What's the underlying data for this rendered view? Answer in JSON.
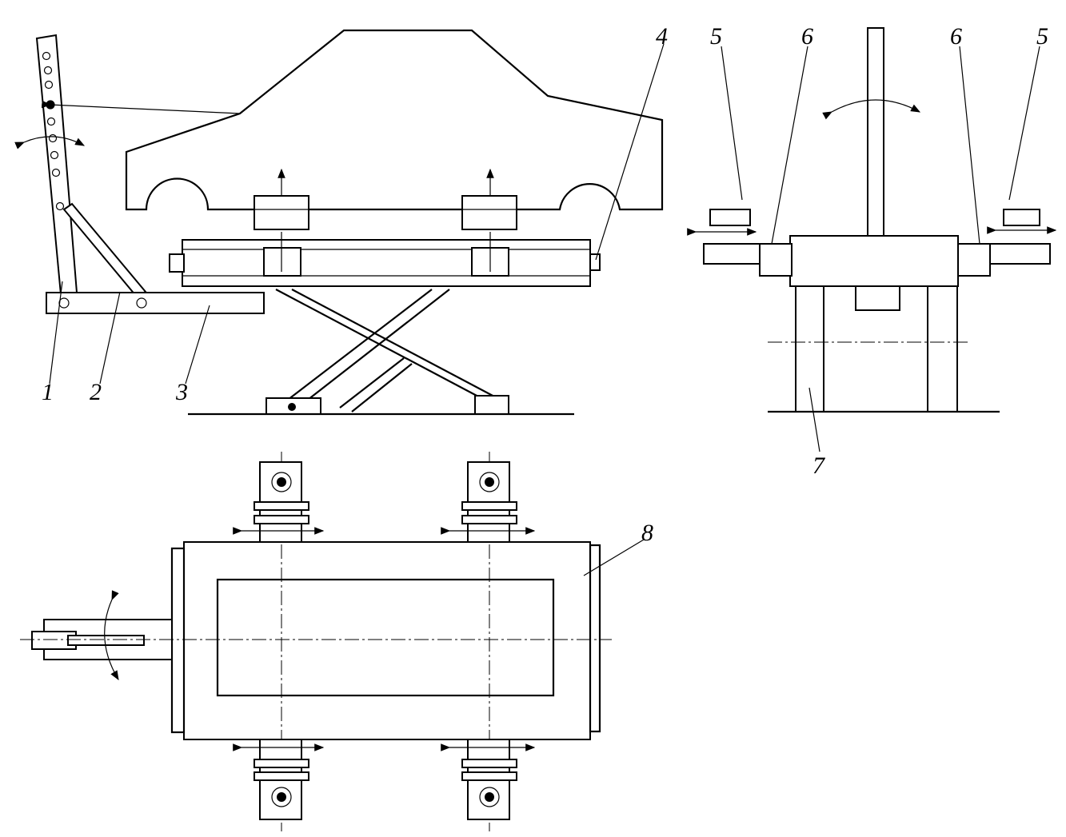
{
  "labels": {
    "l1": "1",
    "l2": "2",
    "l3": "3",
    "l4": "4",
    "l5a": "5",
    "l6a": "6",
    "l6b": "6",
    "l5b": "5",
    "l7": "7",
    "l8": "8"
  }
}
